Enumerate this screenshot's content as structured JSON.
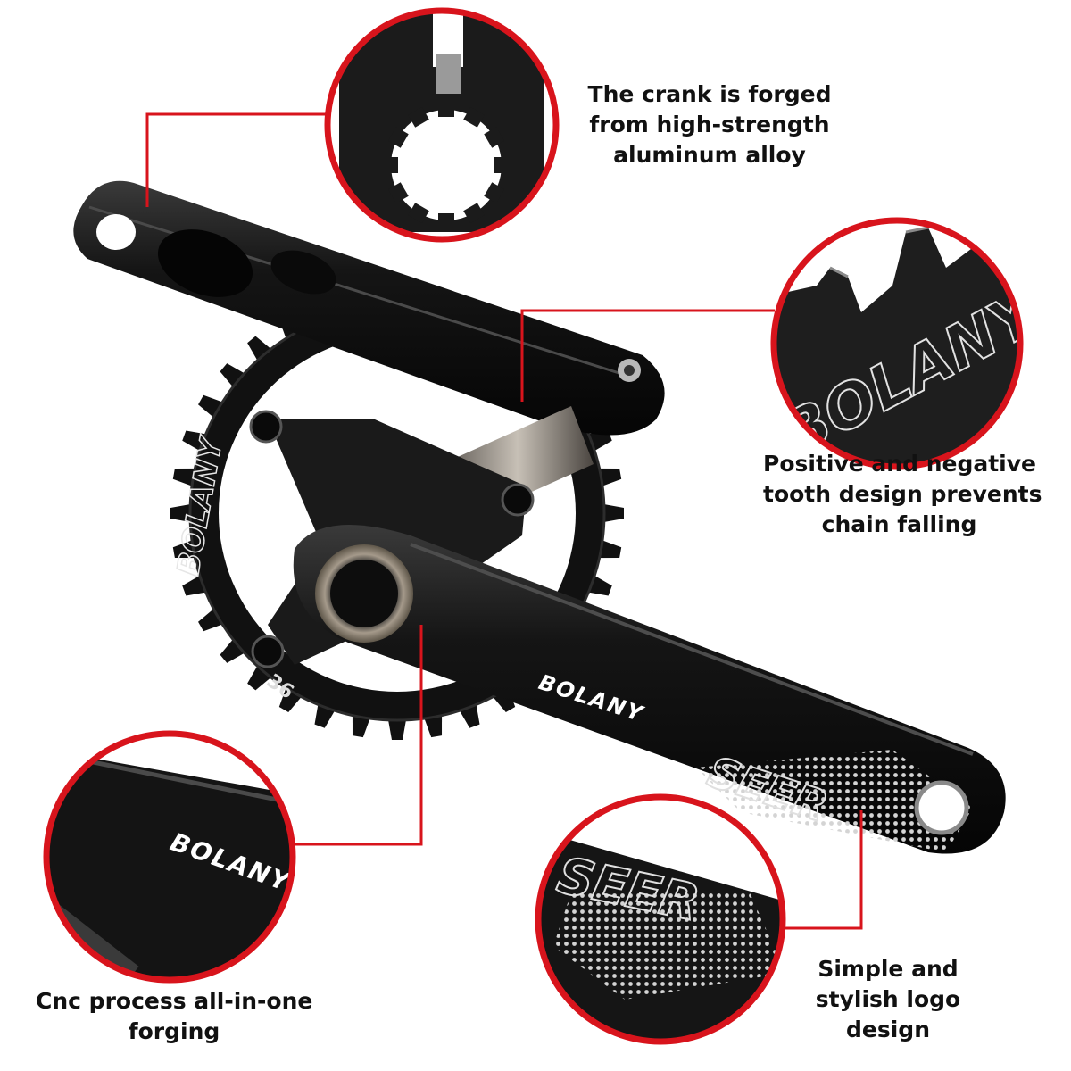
{
  "brand": {
    "logo_text": "BOLANY",
    "series_text": "SEER",
    "tooth_count": "36"
  },
  "features": [
    {
      "lines": [
        "The crank is forged",
        "from high-strength",
        "aluminum alloy"
      ]
    },
    {
      "lines": [
        "Positive and negative",
        "tooth design prevents",
        "chain falling"
      ]
    },
    {
      "lines": [
        "Cnc process all-in-one",
        "forging"
      ]
    },
    {
      "lines": [
        "Simple and",
        "stylish logo",
        "design"
      ]
    }
  ],
  "colors": {
    "accent": "#d8141c",
    "crank": "#121212",
    "highlight": "#3a3a3a",
    "text": "#111111",
    "graphic": "#cfcfcf"
  }
}
